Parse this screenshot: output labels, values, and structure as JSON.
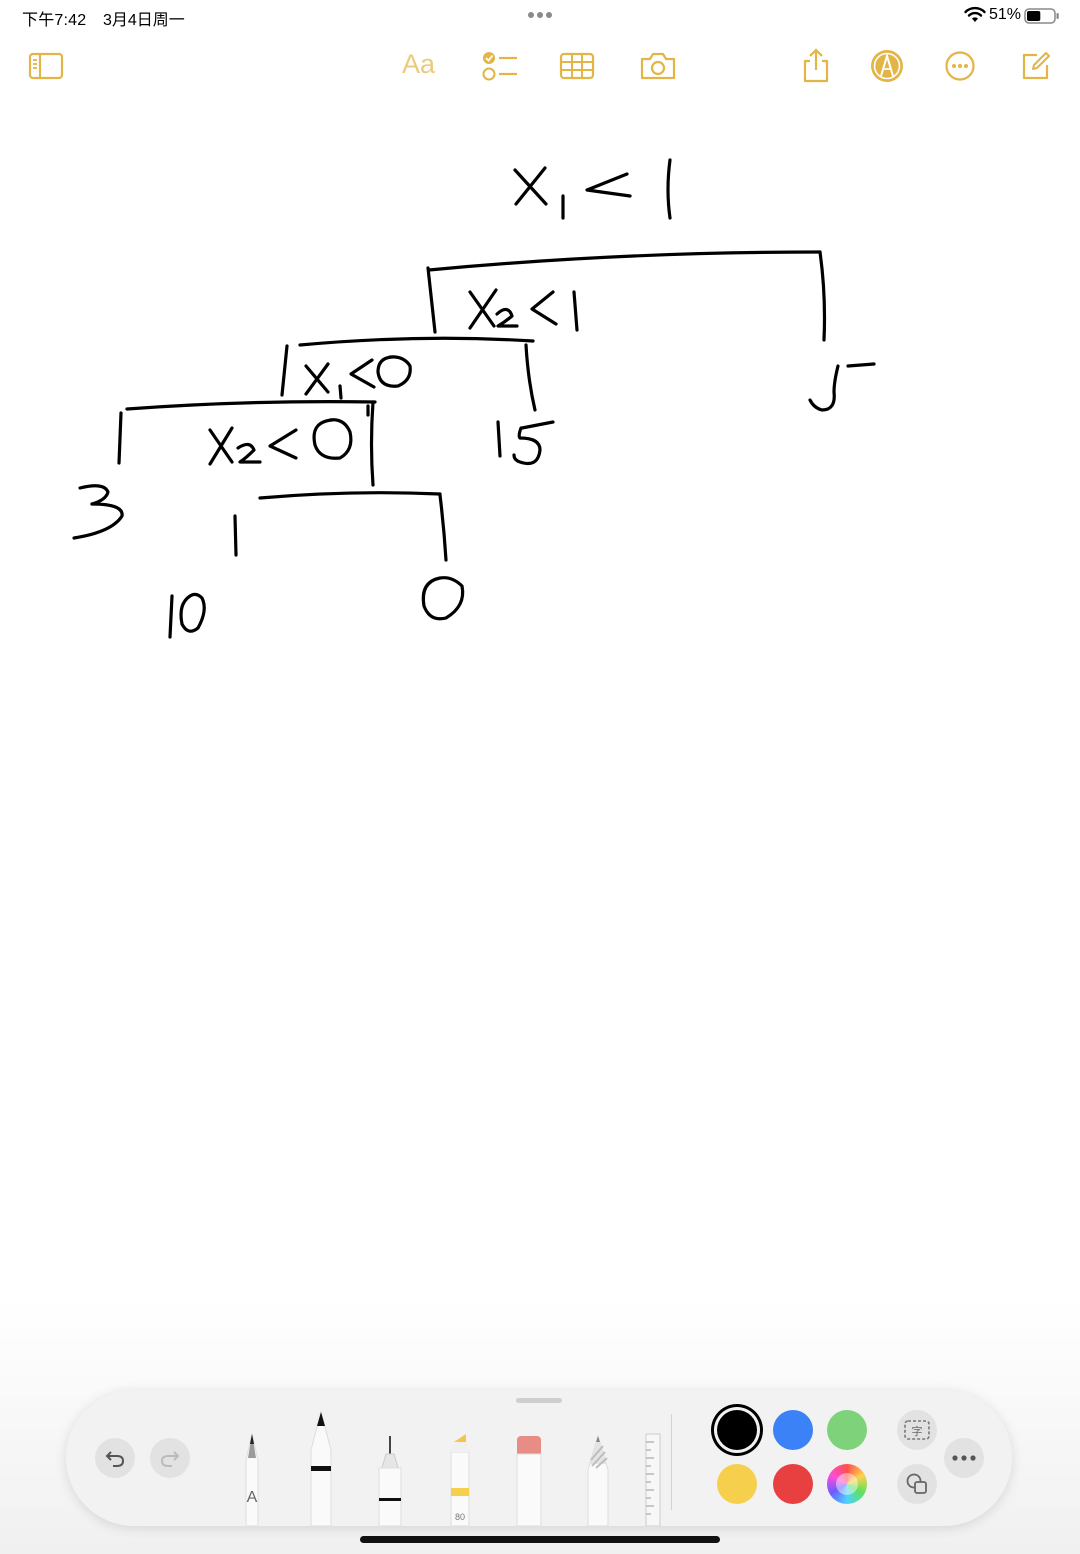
{
  "status_bar": {
    "time": "下午7:42",
    "date": "3月4日周一",
    "battery_pct": "51%",
    "battery_level": 0.51
  },
  "toolbar": {
    "format_label": "Aa",
    "icons": [
      "sidebar-icon",
      "checklist-icon",
      "table-icon",
      "camera-icon",
      "share-icon",
      "markup-icon",
      "more-icon",
      "compose-icon"
    ],
    "accent_color": "#E3B446"
  },
  "drawing": {
    "stroke_color": "#000000",
    "labels": {
      "root": "X₁ < 1",
      "node_a": "X₂ < 1",
      "node_b": "X₁ < 0",
      "node_c": "X₂ < 0",
      "leaf_5": "5",
      "leaf_15": "15",
      "leaf_3": "3",
      "leaf_10": "10",
      "leaf_0": "0"
    }
  },
  "palette": {
    "tools": [
      "pen",
      "marker",
      "fineliner",
      "highlighter",
      "eraser",
      "pencil",
      "ruler"
    ],
    "pen_letter": "A",
    "highlighter_width": "80",
    "colors": [
      "#000000",
      "#3B82F6",
      "#7ED37A",
      "#F6D04D",
      "#E83F41",
      "spectrum"
    ],
    "selected_color": "#000000",
    "text_tool_glyph": "字"
  }
}
